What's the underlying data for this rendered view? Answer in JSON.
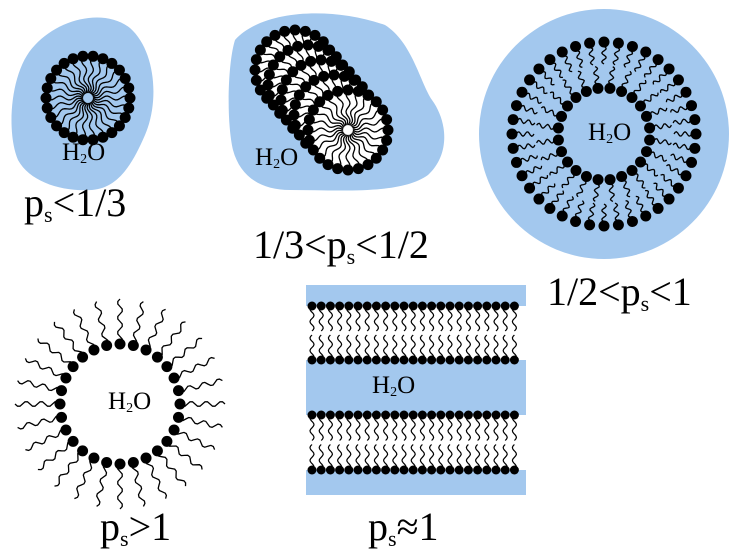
{
  "colors": {
    "water": "#a3c8ee",
    "lipid": "#000000",
    "background": "#ffffff"
  },
  "water_label": {
    "main": "H",
    "sub": "2",
    "tail": "O"
  },
  "labels": {
    "micelle": {
      "pre": "p",
      "sub": "s",
      "post": "<1/3"
    },
    "cylinder": {
      "pre": "1/3<p",
      "sub": "s",
      "post": "<1/2"
    },
    "vesicle": {
      "pre": "1/2<p",
      "sub": "s",
      "post": "<1"
    },
    "inverted": {
      "pre": "p",
      "sub": "s",
      "post": ">1"
    },
    "bilayer": {
      "pre": "p",
      "sub": "s",
      "post": "≈1"
    }
  }
}
